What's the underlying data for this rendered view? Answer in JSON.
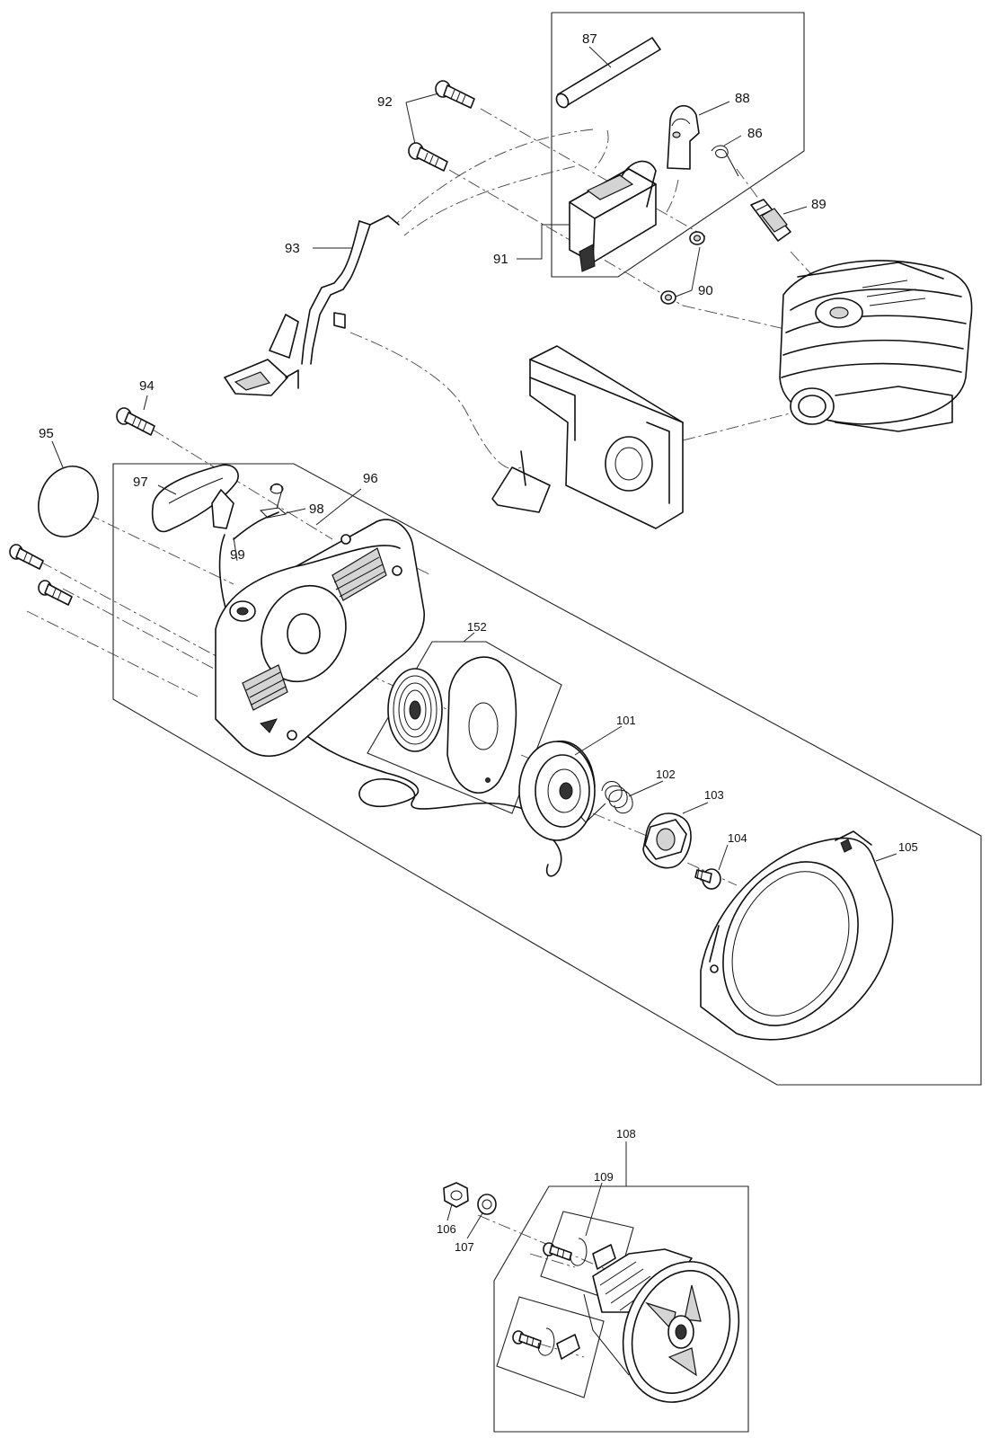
{
  "callouts": {
    "c86": "86",
    "c87": "87",
    "c88": "88",
    "c89": "89",
    "c90": "90",
    "c91": "91",
    "c92": "92",
    "c93": "93",
    "c94": "94",
    "c95": "95",
    "c96": "96",
    "c97": "97",
    "c98": "98",
    "c99": "99",
    "c101": "101",
    "c102": "102",
    "c103": "103",
    "c104": "104",
    "c105": "105",
    "c106": "106",
    "c107": "107",
    "c108": "108",
    "c109": "109",
    "c152": "152"
  },
  "colors": {
    "line": "#111111",
    "shade": "#d4d4d4",
    "background": "#ffffff"
  }
}
